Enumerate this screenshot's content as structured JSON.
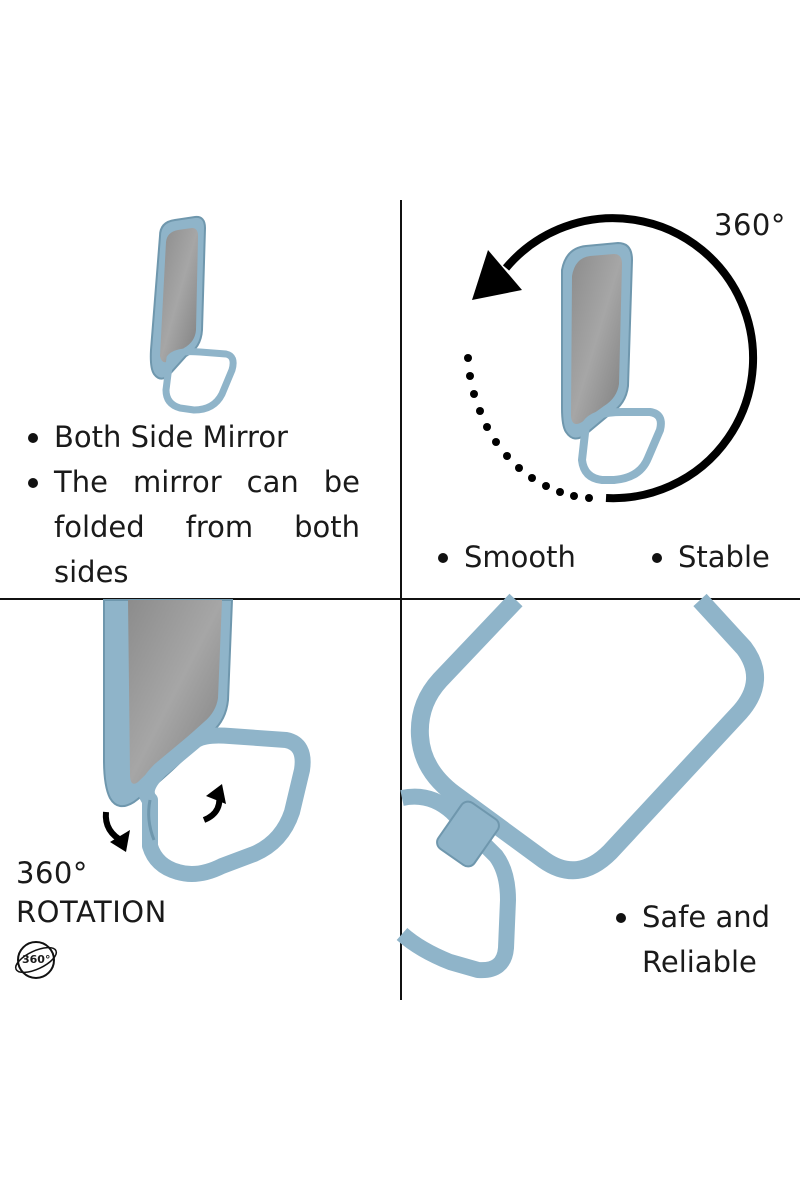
{
  "panels": {
    "top_left": {
      "bullets": [
        "Both Side Mirror",
        "The mirror can be folded from both sides"
      ]
    },
    "top_right": {
      "degree_label": "360°",
      "bullets": [
        "Smooth",
        "Stable"
      ]
    },
    "bottom_left": {
      "rotation_line1": "360°",
      "rotation_line2": "ROTATION",
      "badge_text": "360°"
    },
    "bottom_right": {
      "bullets": [
        "Safe and Reliable"
      ]
    }
  },
  "colors": {
    "frame_blue": "#8fb4c9",
    "frame_dark": "#6f97ad",
    "glass": "#9a9a9a",
    "divider": "#111111"
  }
}
